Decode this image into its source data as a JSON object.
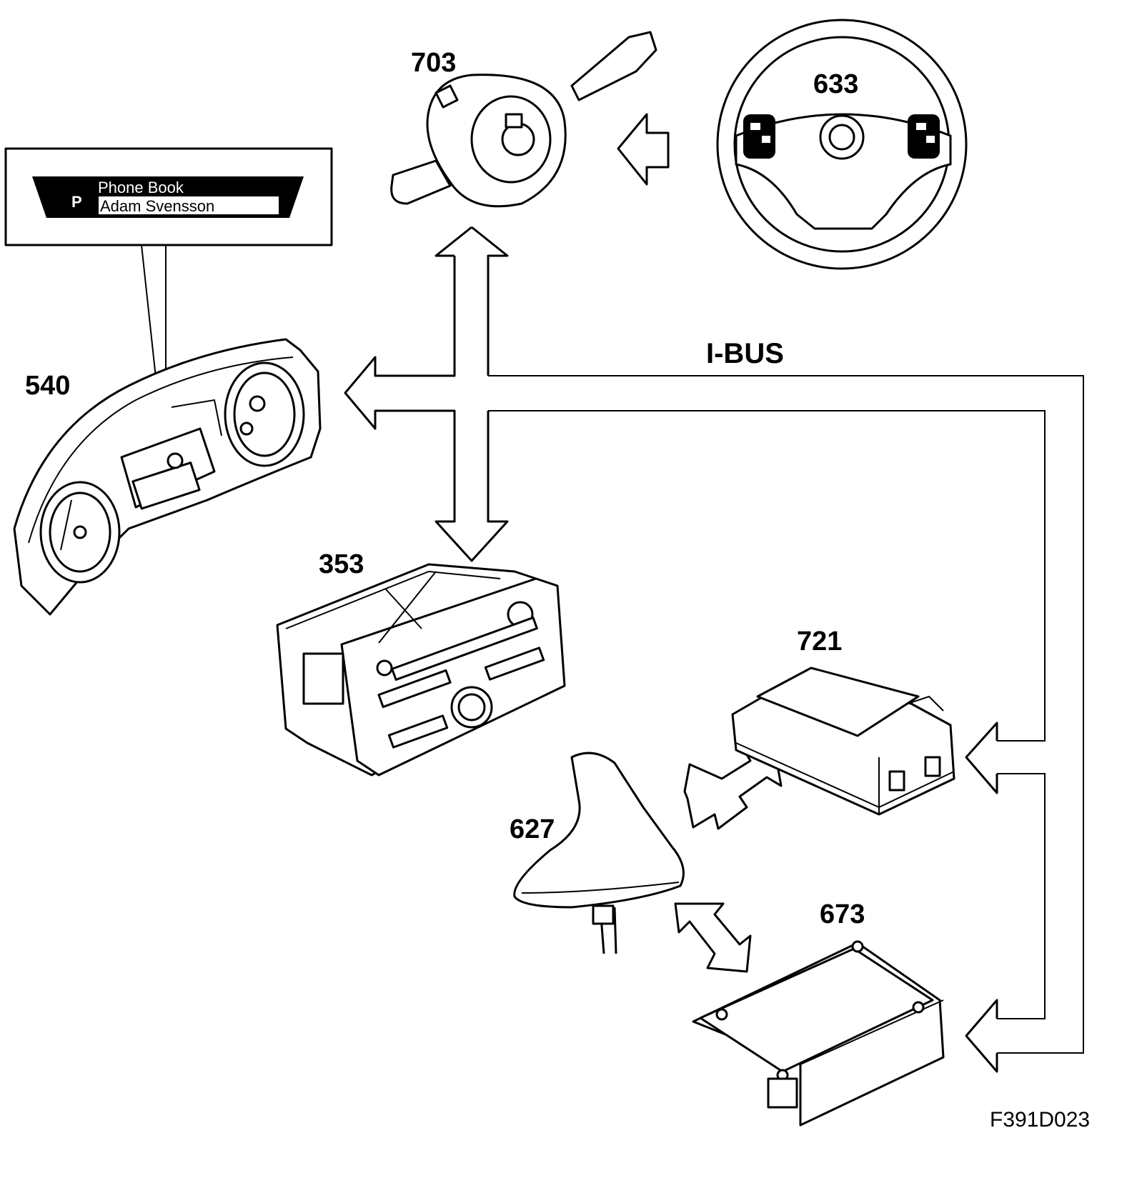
{
  "labels": {
    "c703": "703",
    "c633": "633",
    "c540": "540",
    "c353": "353",
    "c721": "721",
    "c627": "627",
    "c673": "673"
  },
  "bus_label": "I-BUS",
  "display": {
    "icon_letter": "P",
    "line1": "Phone Book",
    "line2": "Adam Svensson"
  },
  "figure_id": "F391D023"
}
